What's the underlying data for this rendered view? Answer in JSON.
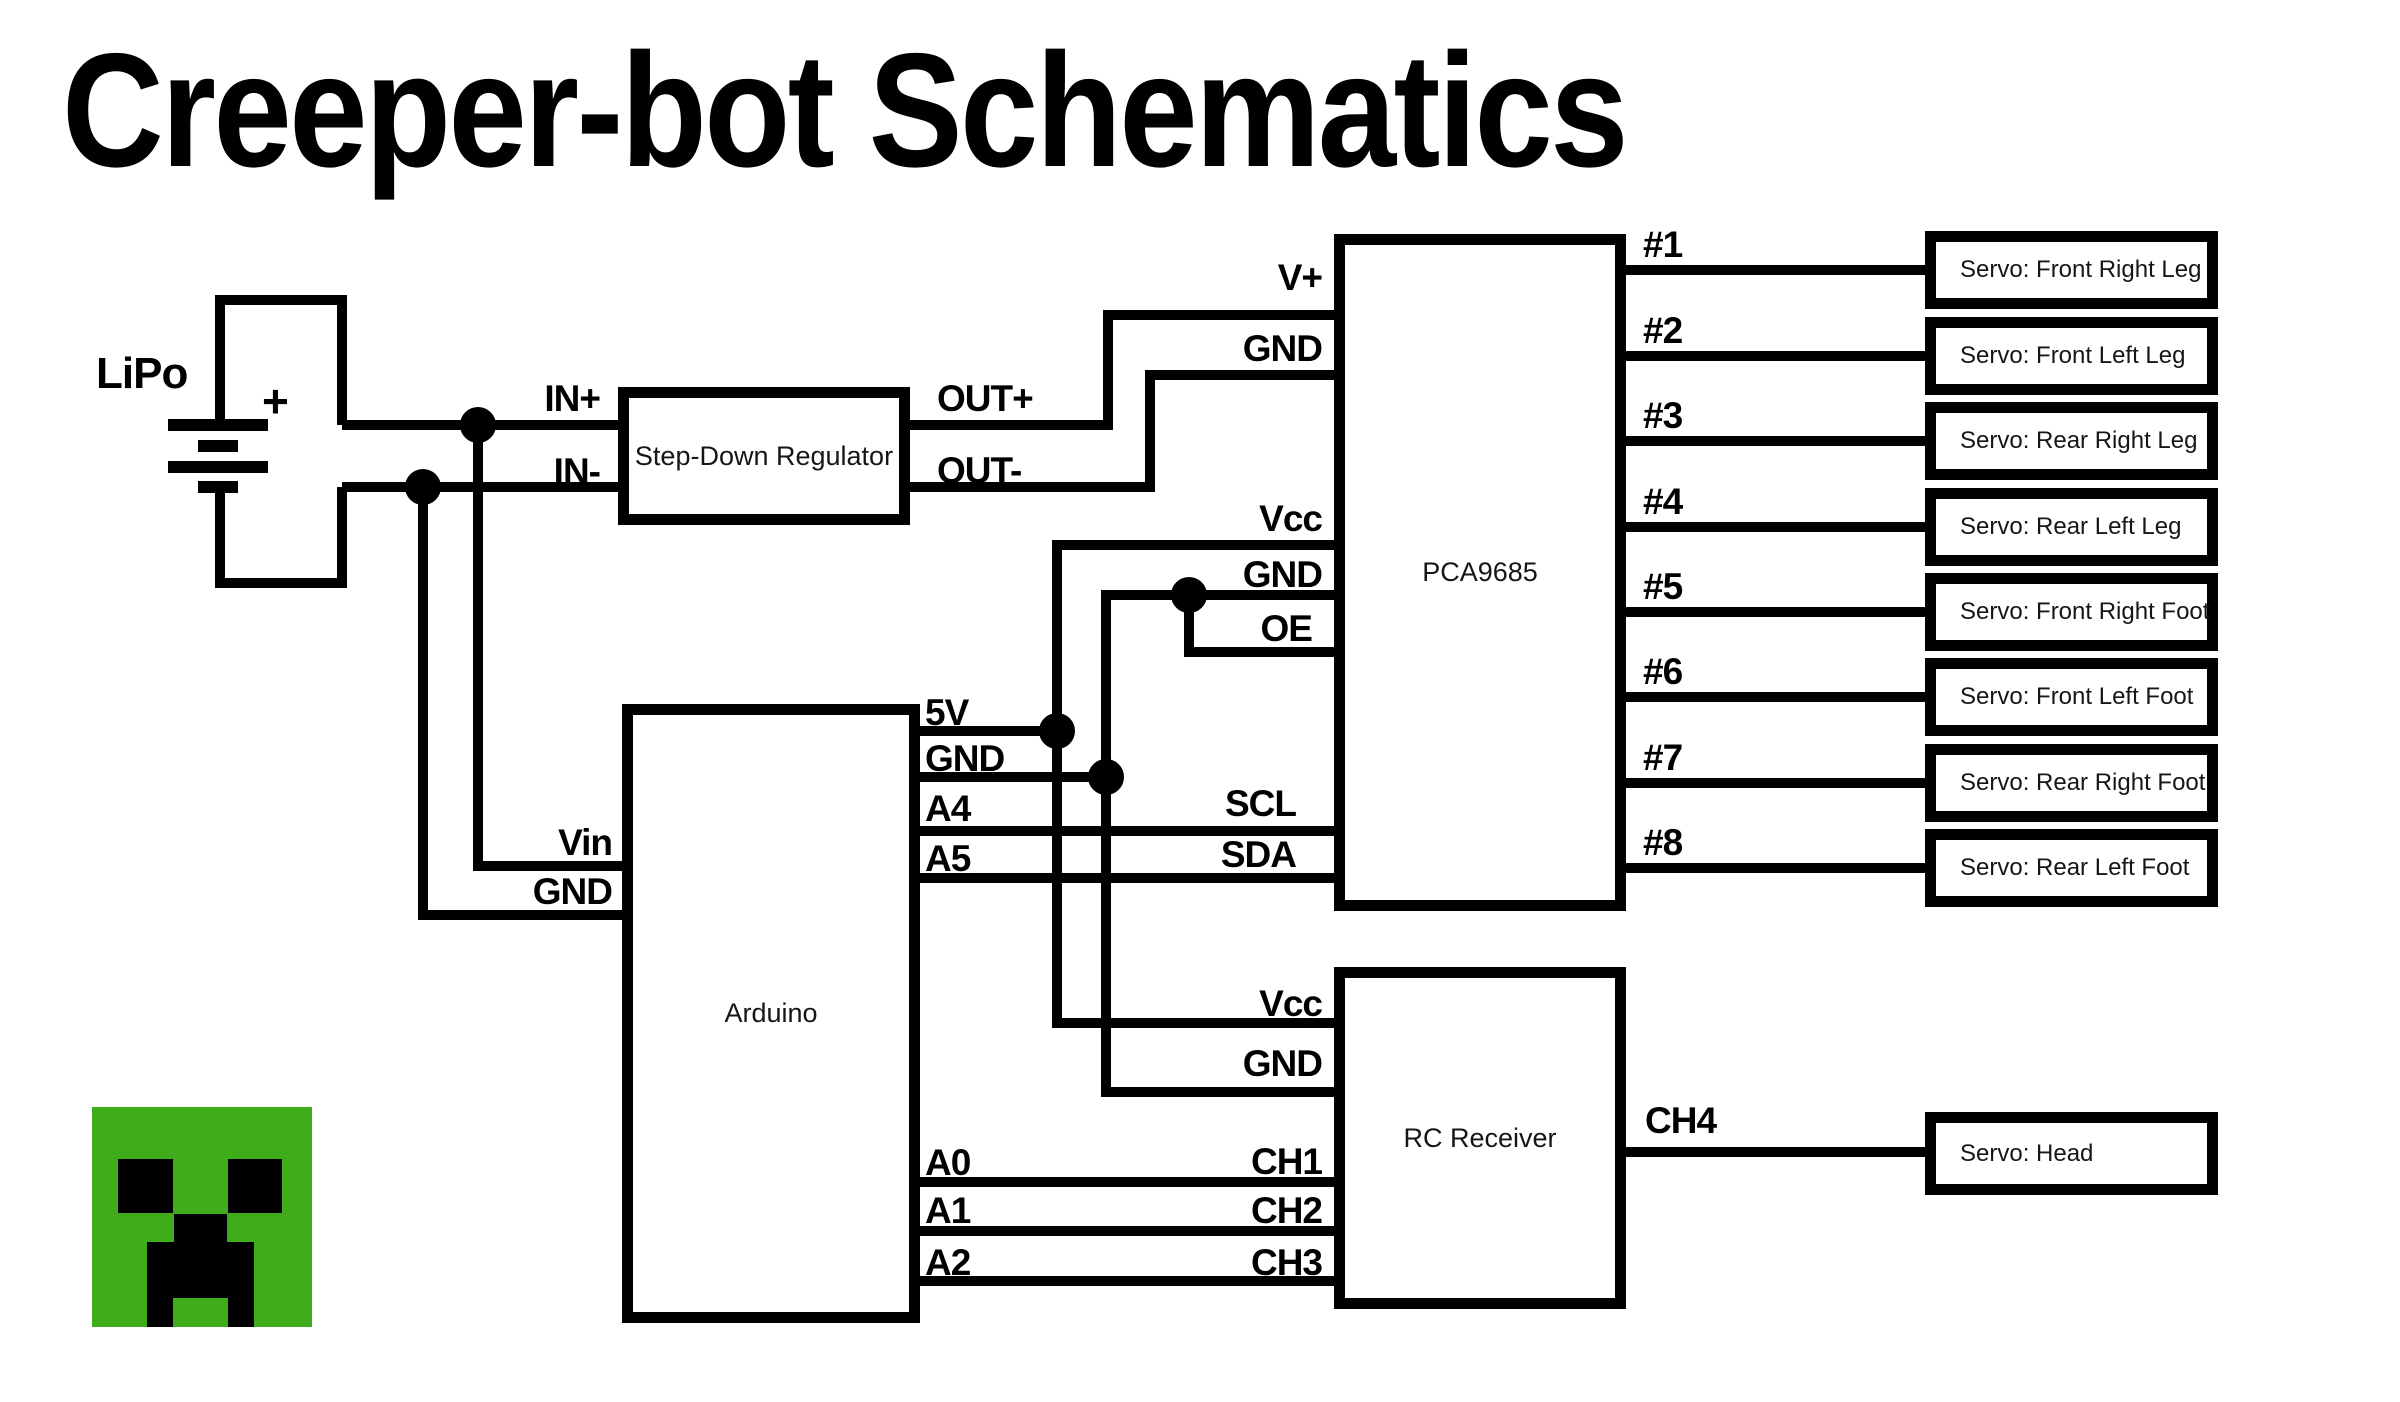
{
  "title": "Creeper-bot Schematics",
  "battery": {
    "label": "LiPo",
    "polarity": "+"
  },
  "regulator": {
    "label": "Step-Down Regulator",
    "pin_in_plus": "IN+",
    "pin_in_minus": "IN-",
    "pin_out_plus": "OUT+",
    "pin_out_minus": "OUT-"
  },
  "arduino": {
    "label": "Arduino",
    "pin_vin": "Vin",
    "pin_gnd_left": "GND",
    "pin_5v": "5V",
    "pin_gnd_right": "GND",
    "pin_a4": "A4",
    "pin_a5": "A5",
    "pin_a0": "A0",
    "pin_a1": "A1",
    "pin_a2": "A2"
  },
  "pca9685": {
    "label": "PCA9685",
    "pin_vplus": "V+",
    "pin_gnd_top": "GND",
    "pin_vcc": "Vcc",
    "pin_gnd_mid": "GND",
    "pin_oe": "OE",
    "pin_scl": "SCL",
    "pin_sda": "SDA",
    "outputs": [
      "#1",
      "#2",
      "#3",
      "#4",
      "#5",
      "#6",
      "#7",
      "#8"
    ]
  },
  "rc_receiver": {
    "label": "RC Receiver",
    "pin_vcc": "Vcc",
    "pin_gnd": "GND",
    "pin_ch1": "CH1",
    "pin_ch2": "CH2",
    "pin_ch3": "CH3",
    "pin_ch4": "CH4"
  },
  "servos": {
    "outputs": [
      "Servo: Front Right Leg",
      "Servo: Front Left Leg",
      "Servo: Rear Right Leg",
      "Servo: Rear Left Leg",
      "Servo: Front Right Foot",
      "Servo: Front Left Foot",
      "Servo: Rear Right Foot",
      "Servo: Rear Left Foot"
    ],
    "head": "Servo: Head"
  },
  "icon": {
    "name": "creeper-face",
    "green": "#3FAC1C",
    "black": "#000000"
  },
  "colors": {
    "line": "#000000",
    "background": "#FFFFFF"
  }
}
